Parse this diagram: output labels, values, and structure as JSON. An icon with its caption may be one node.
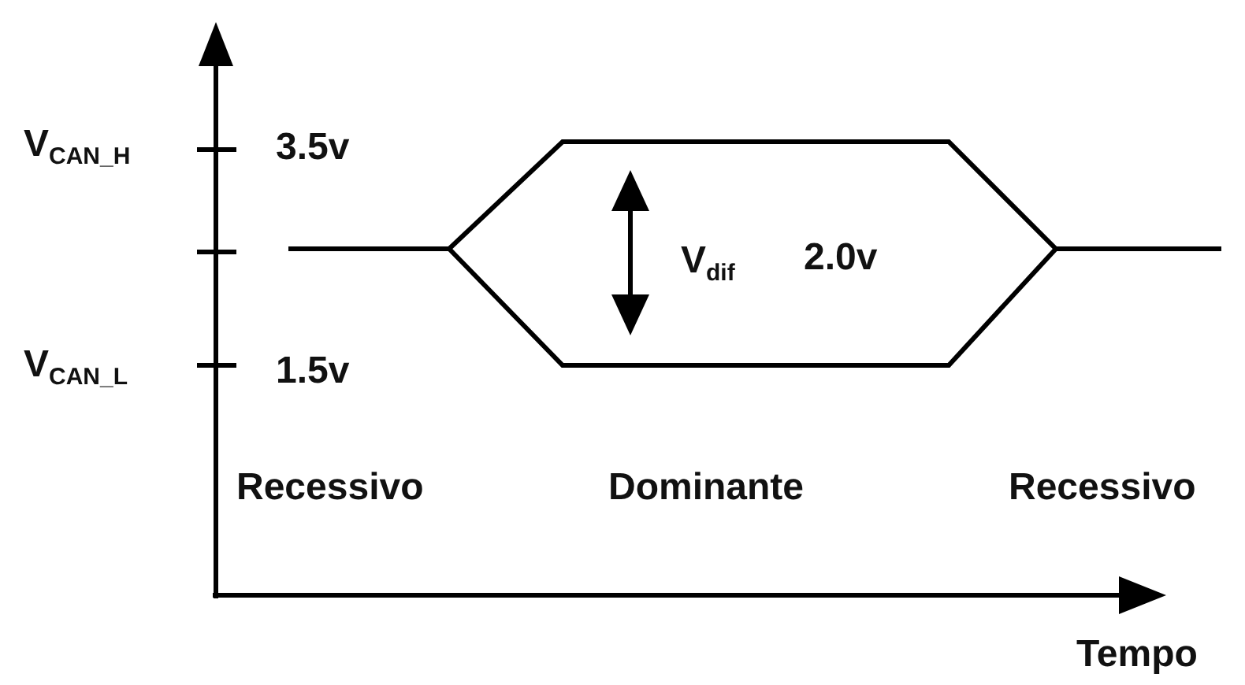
{
  "diagram": {
    "labels": [
      "V$_{CAN_H}$",
      "3.5v",
      "V$_{dif}$",
      "2.0v",
      "V$_{CAN_L}$",
      "1.5v",
      "Recessivo",
      "Dominante",
      "Recessivo",
      "Tempo"
    ]
  }
}
